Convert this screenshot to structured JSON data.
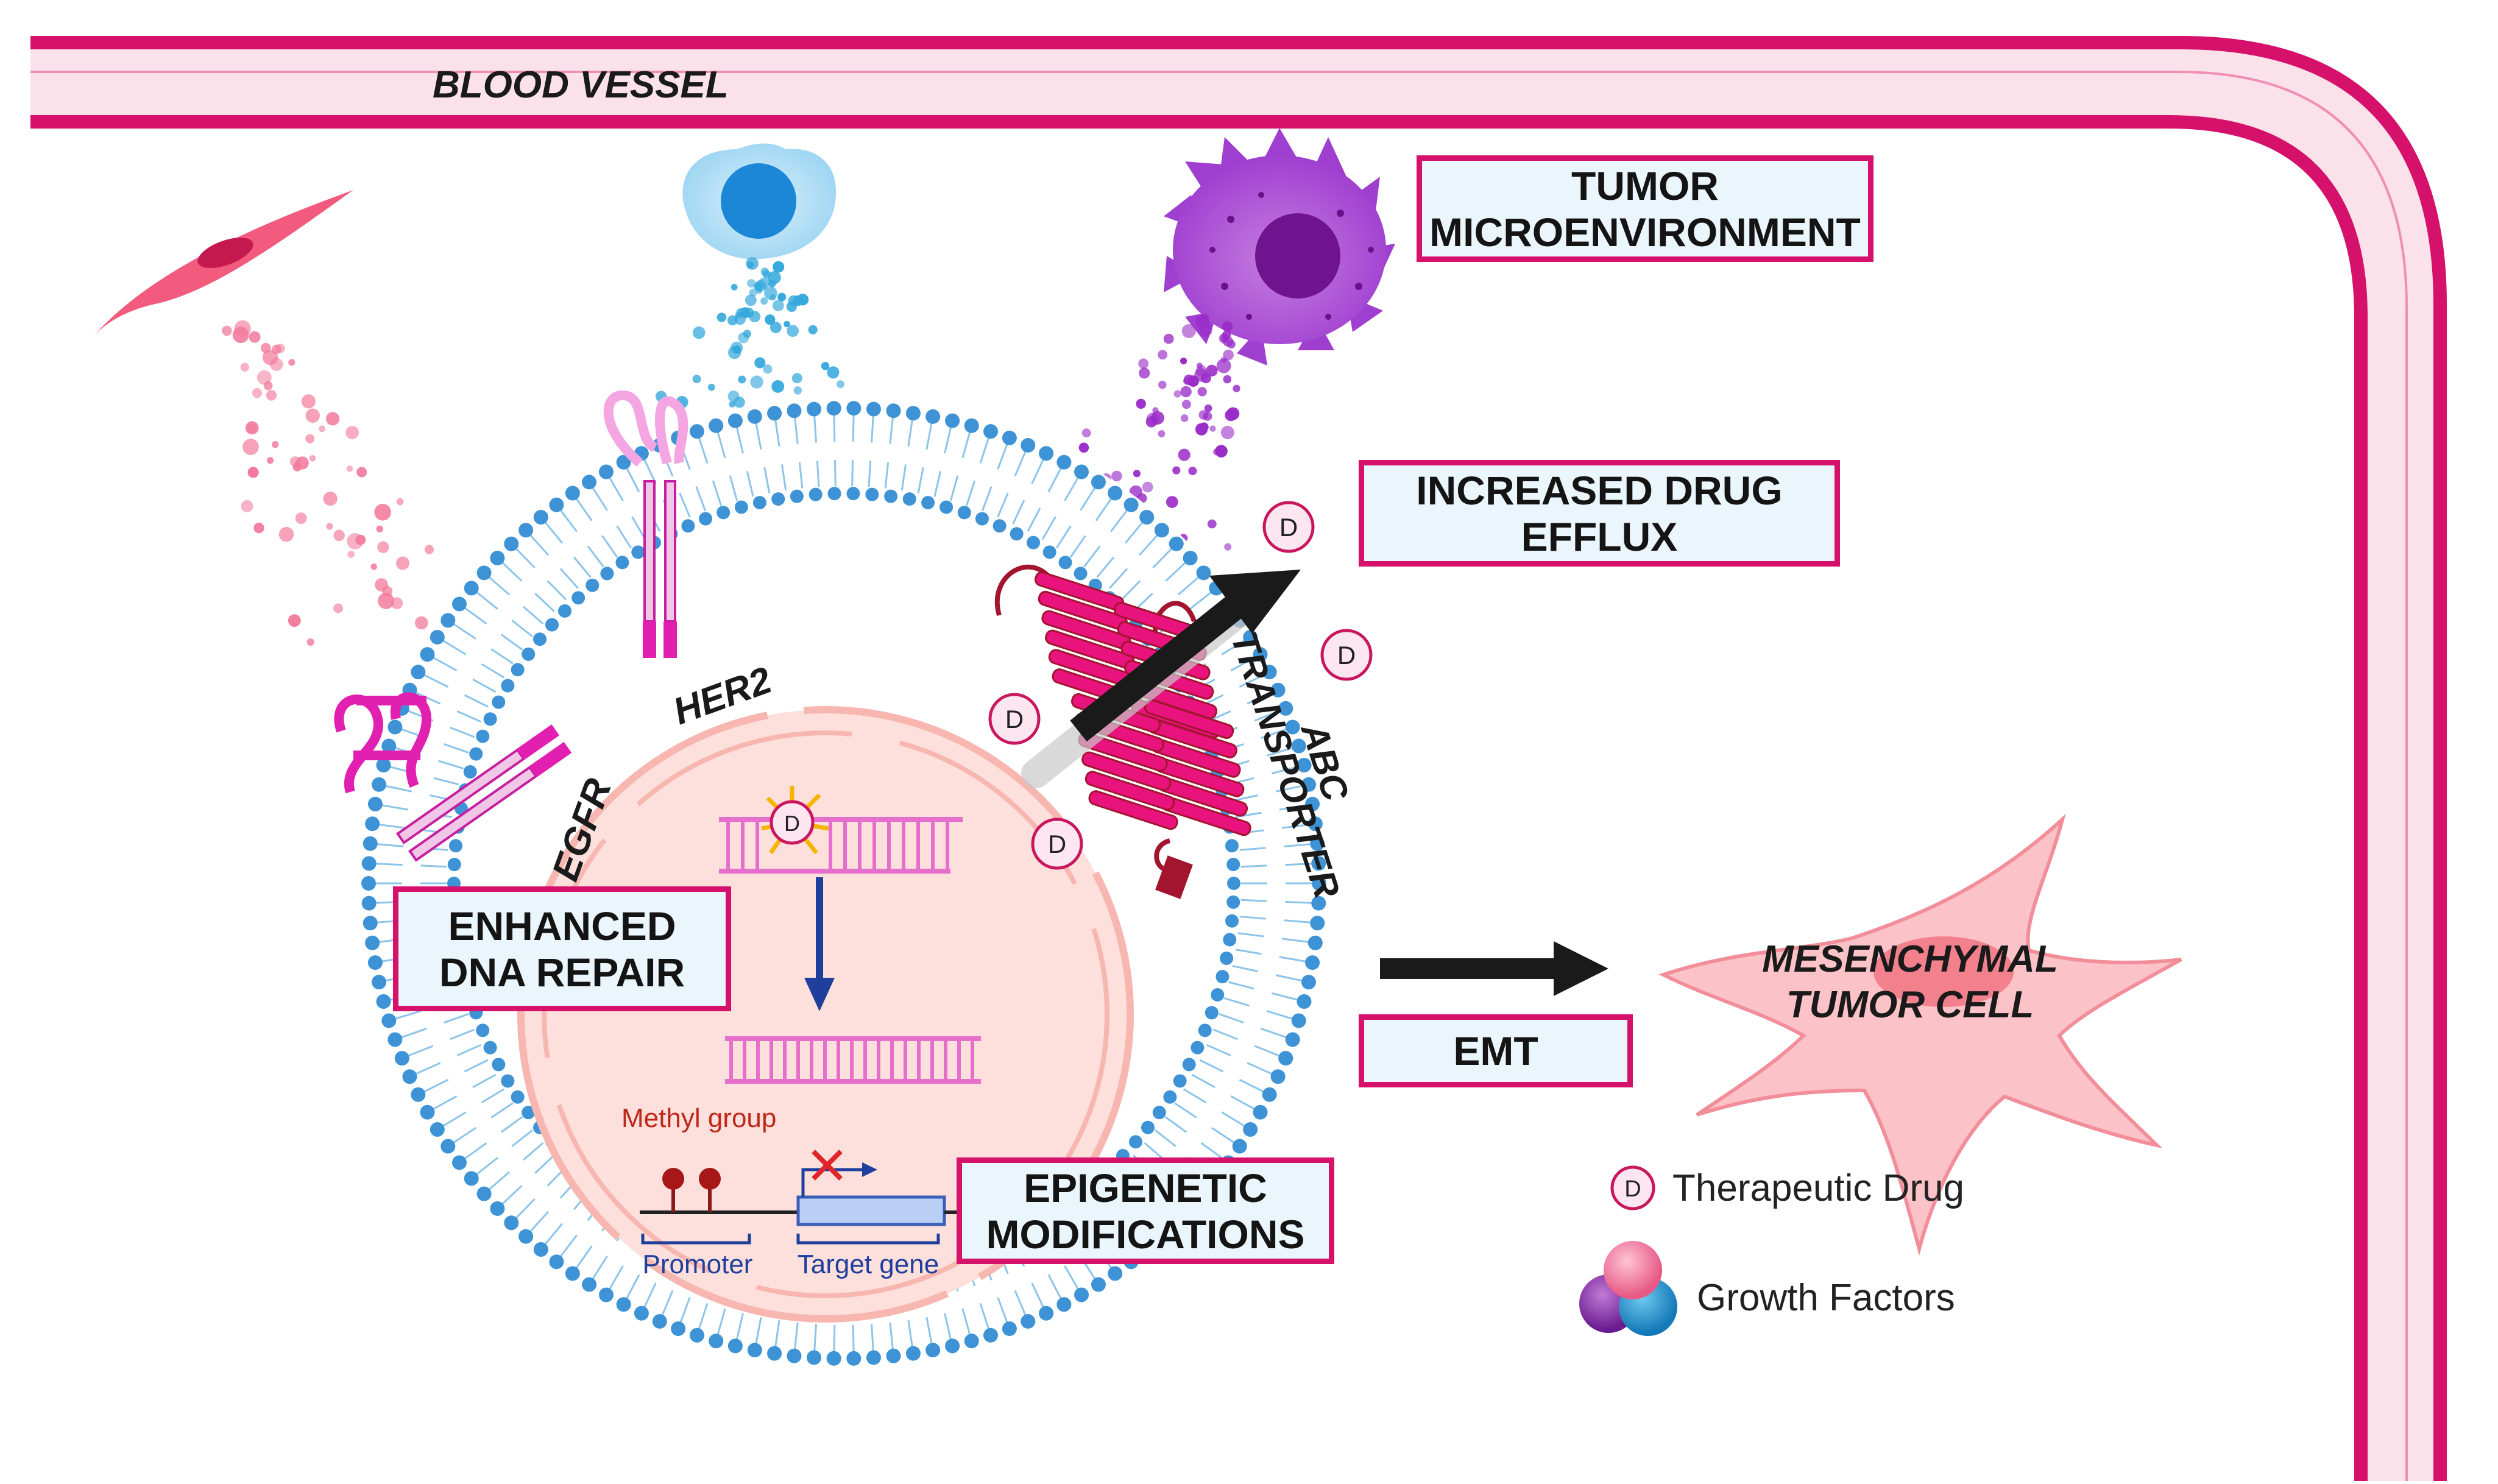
{
  "labels": {
    "blood_vessel": "BLOOD VESSEL",
    "her2": "HER2",
    "egfr": "EGFR",
    "abc_transporter_1": "ABC",
    "abc_transporter_2": "TRANSPORTER",
    "mesenchymal_1": "MESENCHYMAL",
    "mesenchymal_2": "TUMOR CELL",
    "methyl_group": "Methyl group",
    "promoter": "Promoter",
    "target_gene": "Target gene",
    "drug_symbol": "D"
  },
  "boxes": {
    "tumor_microenvironment": [
      "TUMOR",
      "MICROENVIRONMENT"
    ],
    "increased_drug_efflux": [
      "INCREASED DRUG",
      "EFFLUX"
    ],
    "enhanced_dna_repair": [
      "ENHANCED",
      "DNA REPAIR"
    ],
    "epigenetic_modifications": [
      "EPIGENETIC",
      "MODIFICATIONS"
    ],
    "emt": [
      "EMT"
    ]
  },
  "legend": {
    "therapeutic_drug": "Therapeutic Drug",
    "growth_factors": "Growth Factors"
  },
  "colors": {
    "vessel": "#d5116b",
    "vessel_fill": "#fbe1ea",
    "membrane": "#3d93d6",
    "receptor": "#e11fb0",
    "transporter": "#e8137d",
    "box_fill": "#eaf5fc",
    "nucleus": "#fde0dc",
    "mesenchymal": "#fbc3c8"
  }
}
